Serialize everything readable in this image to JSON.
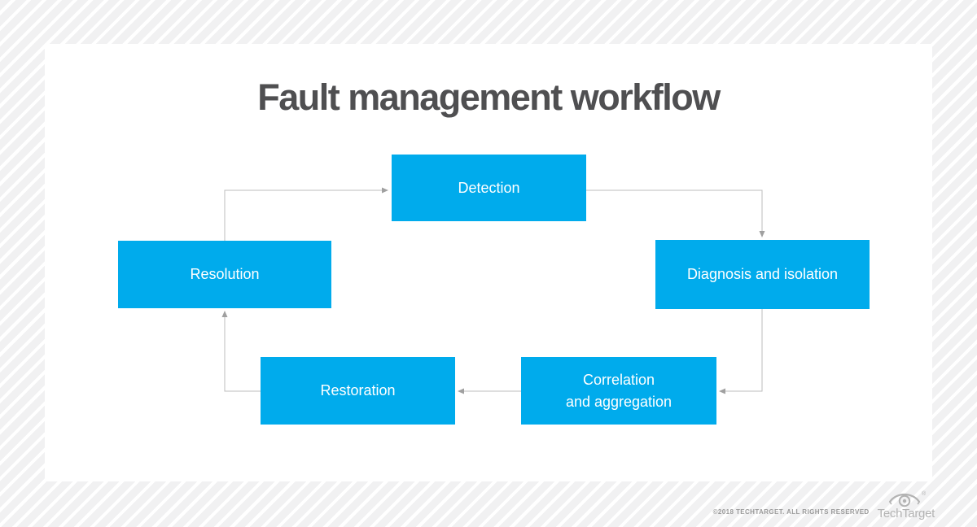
{
  "title": "Fault management workflow",
  "workflow": {
    "steps": [
      {
        "id": "detection",
        "label": "Detection"
      },
      {
        "id": "diagnosis",
        "label": "Diagnosis and isolation"
      },
      {
        "id": "correlation",
        "label": "Correlation\nand aggregation"
      },
      {
        "id": "restoration",
        "label": "Restoration"
      },
      {
        "id": "resolution",
        "label": "Resolution"
      }
    ],
    "flow_order": [
      "Detection",
      "Diagnosis and isolation",
      "Correlation and aggregation",
      "Restoration",
      "Resolution",
      "Detection"
    ]
  },
  "footer": {
    "copyright": "©2018 TECHTARGET. ALL RIGHTS RESERVED",
    "brand": "TechTarget"
  },
  "colors": {
    "box_fill": "#00abec",
    "box_text": "#ffffff",
    "title_text": "#4f4f51",
    "connector": "#bdbdbd",
    "arrowhead": "#a0a0a0",
    "background_stripe": "#f1f1f2",
    "footer_text": "#9a9a9a",
    "logo_gray": "#b3b3b3"
  }
}
